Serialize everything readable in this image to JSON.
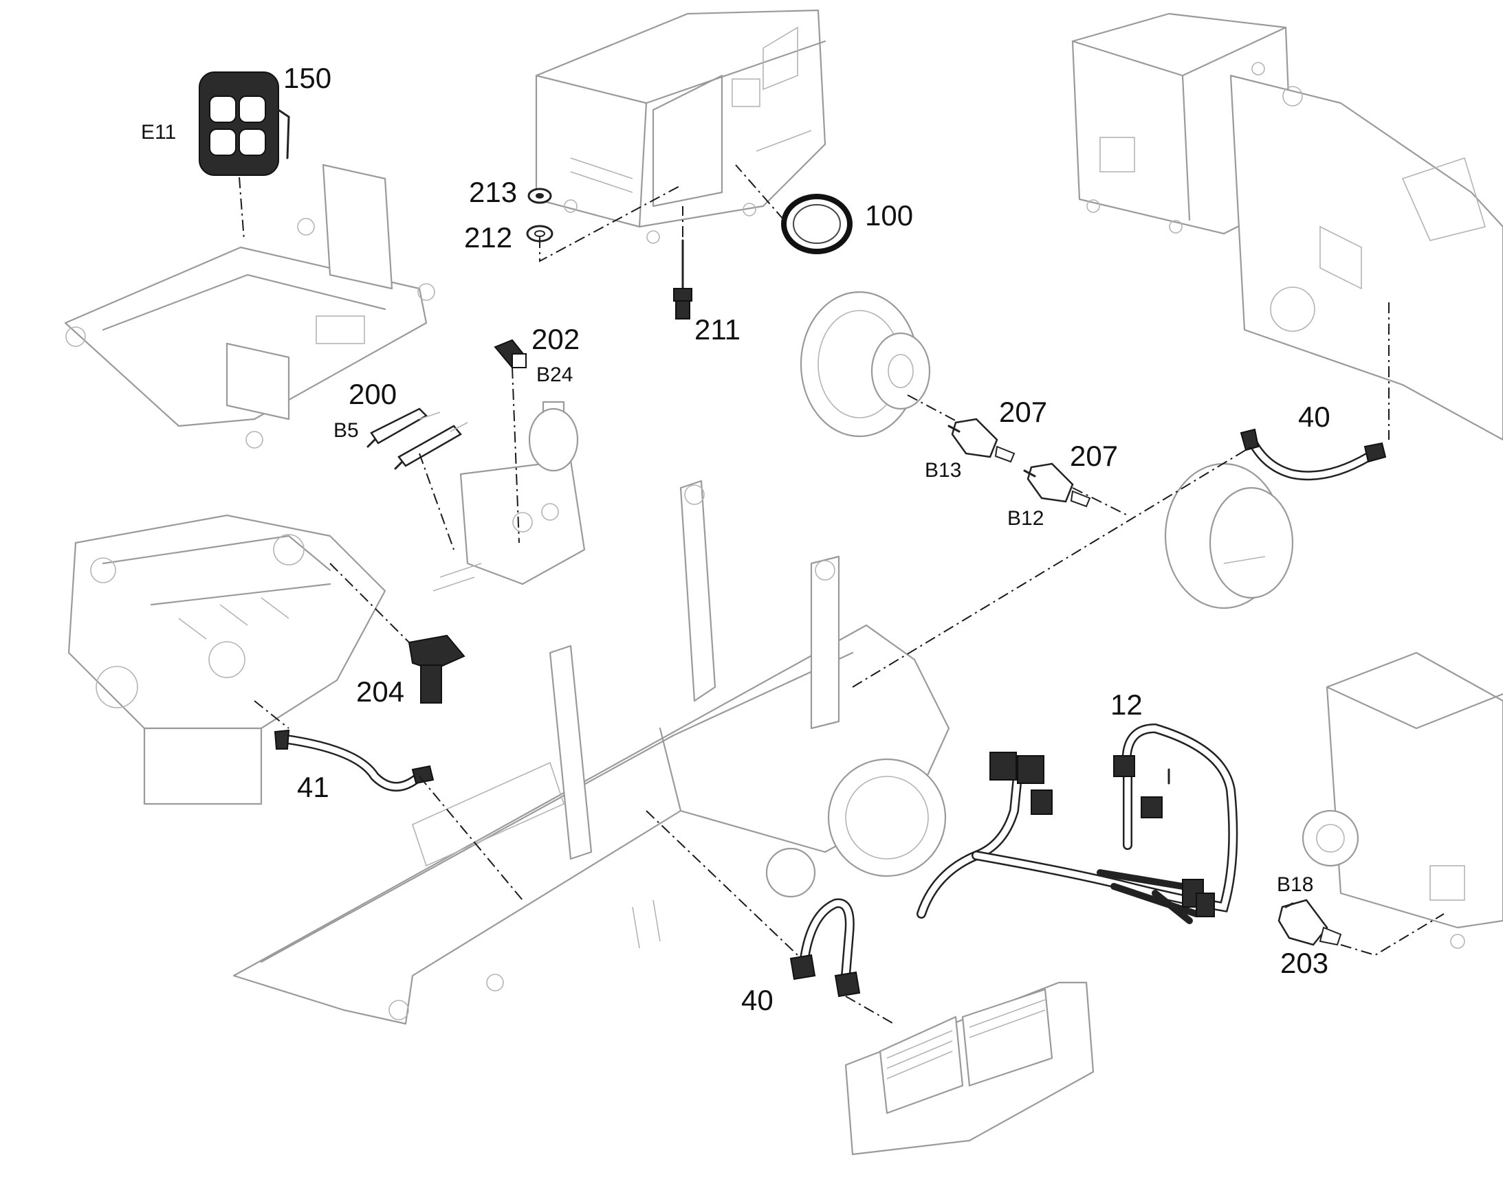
{
  "callouts": {
    "c150": "150",
    "c100": "100",
    "c213": "213",
    "c212": "212",
    "c211": "211",
    "c202": "202",
    "c200": "200",
    "c207a": "207",
    "c207b": "207",
    "c40a": "40",
    "c40b": "40",
    "c204": "204",
    "c41": "41",
    "c12": "12",
    "c203": "203"
  },
  "refs": {
    "e11": "E11",
    "b24": "B24",
    "b5": "B5",
    "b13": "B13",
    "b12": "B12",
    "b18": "B18"
  },
  "colors": {
    "line_art": "#9a9a9a",
    "component": "#2b2b2b",
    "background": "#ffffff"
  }
}
